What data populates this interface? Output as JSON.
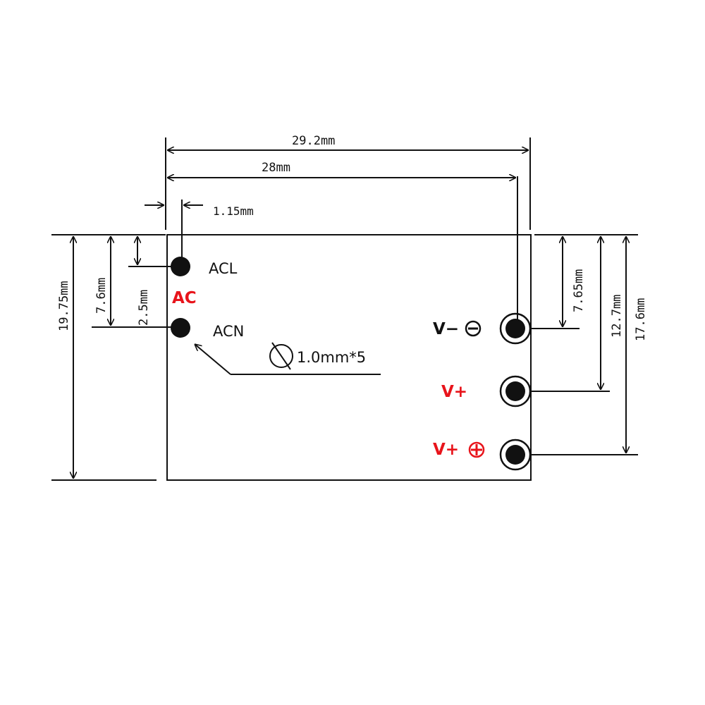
{
  "dimensions": {
    "width_overall": "29.2mm",
    "width_pins": "28mm",
    "pin_offset": "1.15mm",
    "height_overall": "19.75mm",
    "ac_pin_spacing": "7.6mm",
    "acl_offset": "2.5mm",
    "vminus_offset": "7.65mm",
    "vplus_offset": "12.7mm",
    "vplus2_offset": "17.6mm"
  },
  "pins": {
    "acl": "ACL",
    "acn": "ACN",
    "ac_group": "AC",
    "vminus": "V−",
    "vplus": "V+",
    "vplus2": "V+"
  },
  "hole_spec": "1.0mm*5",
  "colors": {
    "accent_red": "#e8141b",
    "line": "#111111"
  }
}
